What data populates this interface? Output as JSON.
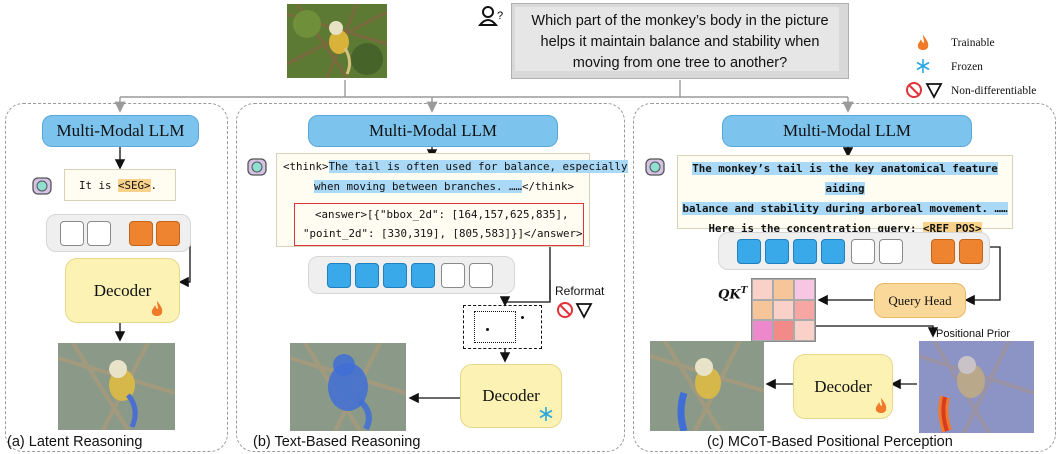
{
  "question": {
    "line1": "Which part of the monkey’s body in the picture",
    "line2": "helps it maintain balance and stability when",
    "line3": "moving from one tree to another?"
  },
  "legend": {
    "trainable": "Trainable",
    "frozen": "Frozen",
    "non_differentiable": "Non-differentiable"
  },
  "panel_a": {
    "llm": "Multi-Modal LLM",
    "output_prefix": "It is ",
    "seg_token": "<SEG>",
    "output_suffix": ".",
    "decoder": "Decoder",
    "caption": "(a) Latent Reasoning"
  },
  "panel_b": {
    "llm": "Multi-Modal LLM",
    "think_open": "<think>",
    "think_text_1": "The tail is often used for balance, especially",
    "think_text_2": "when moving between branches. ……",
    "think_close": "</think>",
    "answer_1": "<answer>[{\"bbox_2d\": [164,157,625,835],",
    "answer_2": "\"point_2d\": [330,319], [805,583]}]</answer>",
    "reformat": "Reformat",
    "decoder": "Decoder",
    "caption": "(b) Text-Based Reasoning"
  },
  "panel_c": {
    "llm": "Multi-Modal LLM",
    "text_1": "The monkey’s tail is the key anatomical feature aiding",
    "text_2": "balance and stability during arboreal movement. ……",
    "text_3": "Here is the concentration query: ",
    "ref_token": "<REF_POS>",
    "qk_label": "QK",
    "qk_sup": "T",
    "query_head": "Query Head",
    "positional_prior": "Positional Prior",
    "decoder": "Decoder",
    "caption": "(c) MCoT-Based Positional Perception"
  },
  "colors": {
    "llm_fill": "#7cc3ee",
    "decoder_fill": "#fbf2b4",
    "token_blue": "#39a9ea",
    "token_orange": "#ee8430",
    "query_head_fill": "#fad89a",
    "highlight_blue": "#a9d9f6",
    "highlight_orange": "#f8d28a",
    "mask_blue": "#3f6fd6",
    "mask_orange": "#f07a2a"
  },
  "icons": [
    "user-question-icon",
    "robot-icon",
    "flame-icon",
    "snowflake-icon",
    "no-gradient-icon"
  ]
}
